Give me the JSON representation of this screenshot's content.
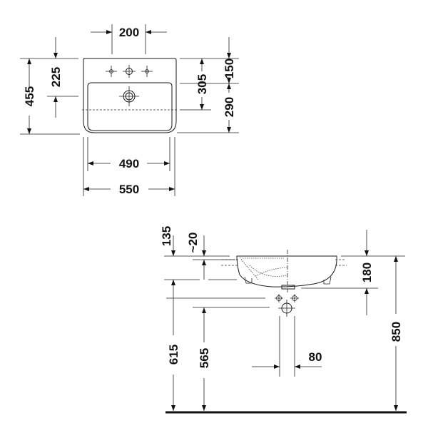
{
  "top_view": {
    "dims": {
      "tap_spacing": "200",
      "overall_depth": "455",
      "tap_to_front_bowl": "225",
      "inner_width": "490",
      "overall_width": "550",
      "overflow_depth": "305",
      "back_to_bowl": "150",
      "bowl_depth": "290"
    }
  },
  "side_view": {
    "dims": {
      "top_to_underside": "135",
      "rim_offset": "~20",
      "bowl_height": "180",
      "install_height": "850",
      "supply_height": "615",
      "drain_height": "565",
      "drain_offset": "80"
    }
  }
}
